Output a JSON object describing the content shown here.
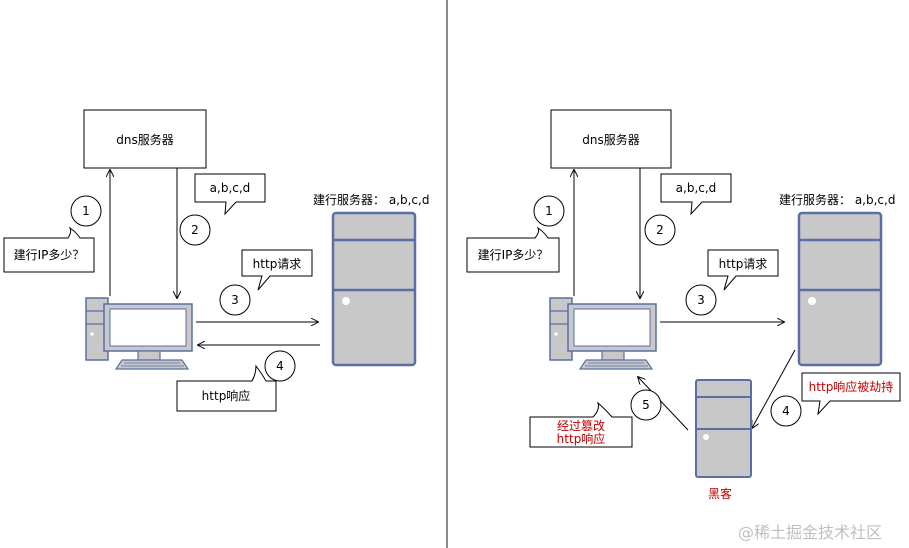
{
  "colors": {
    "server_fill": "#c8c8c8",
    "server_stroke": "#5b6fa6",
    "monitor_screen": "#ffffff",
    "highlight_text": "#c00000",
    "line": "#000000",
    "divider": "#666666"
  },
  "left_panel": {
    "dns_box": "dns服务器",
    "server_label": "建行服务器： a,b,c,d",
    "q1_bubble": "建行IP多少？",
    "step1": "1",
    "a2_bubble": "a,b,c,d",
    "step2": "2",
    "req_bubble": "http请求",
    "step3": "3",
    "resp_bubble": "http响应",
    "step4": "4"
  },
  "right_panel": {
    "dns_box": "dns服务器",
    "server_label": "建行服务器： a,b,c,d",
    "q1_bubble": "建行IP多少？",
    "step1": "1",
    "a2_bubble": "a,b,c,d",
    "step2": "2",
    "req_bubble": "http请求",
    "step3": "3",
    "hijack_label": "http响应被劫持",
    "step4": "4",
    "tamper_line1": "经过篡改",
    "tamper_line2": "http响应",
    "step5": "5",
    "hacker_label": "黑客"
  },
  "watermark": "@稀土掘金技术社区"
}
